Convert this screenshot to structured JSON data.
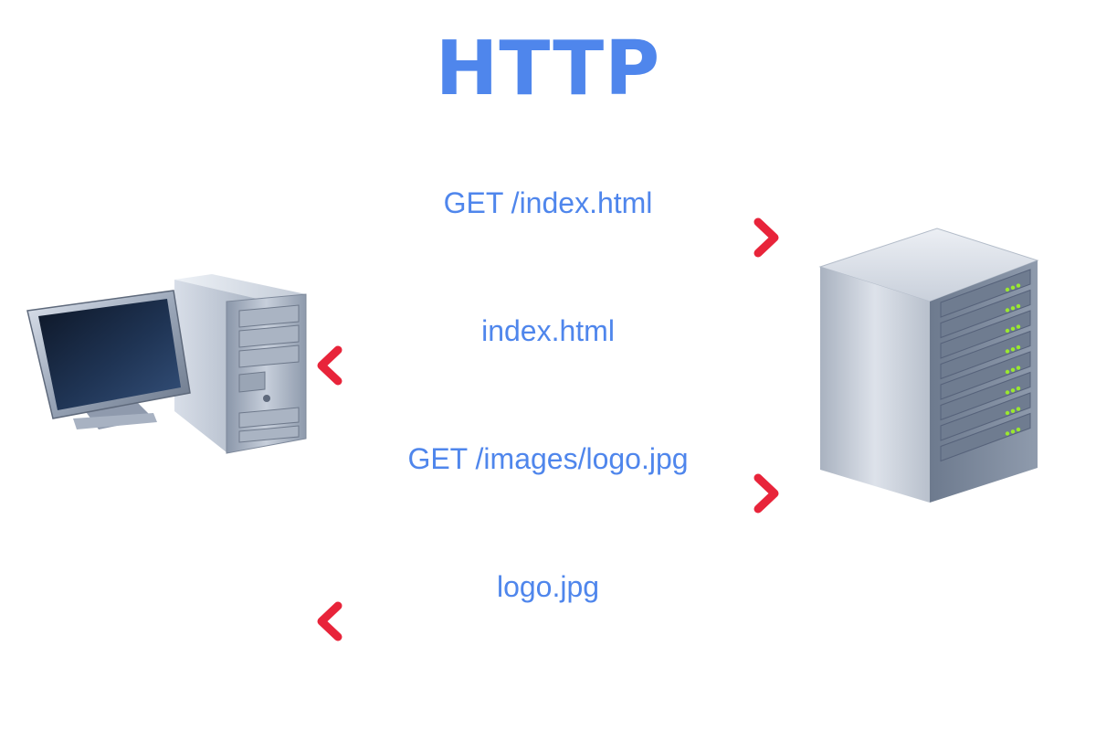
{
  "title": "HTTP",
  "colors": {
    "title": "#4f86ec",
    "label": "#4f86ec",
    "arrow": "#e8243a",
    "arrow_highlight": "#ff8592",
    "led": "#9be82e"
  },
  "icons": {
    "client": "desktop-computer-icon",
    "server": "server-rack-icon"
  },
  "messages": [
    {
      "label": "GET /index.html",
      "direction": "to-server"
    },
    {
      "label": "index.html",
      "direction": "to-client"
    },
    {
      "label": "GET /images/logo.jpg",
      "direction": "to-server"
    },
    {
      "label": "logo.jpg",
      "direction": "to-client"
    }
  ]
}
